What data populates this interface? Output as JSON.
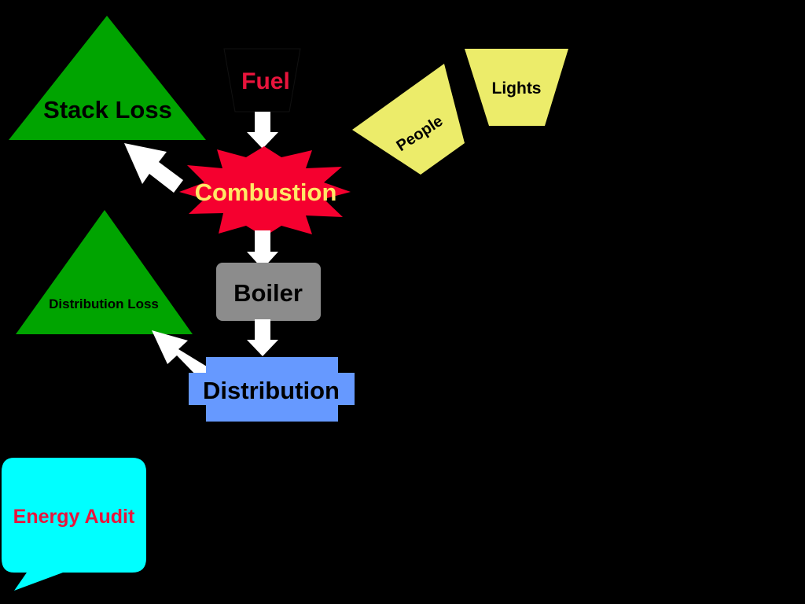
{
  "nodes": {
    "fuel": {
      "label": "Fuel"
    },
    "combustion": {
      "label": "Combustion"
    },
    "boiler": {
      "label": "Boiler"
    },
    "distribution": {
      "label": "Distribution"
    },
    "stack_loss": {
      "label": "Stack Loss"
    },
    "distribution_loss": {
      "label": "Distribution Loss"
    },
    "people": {
      "label": "People"
    },
    "lights": {
      "label": "Lights"
    },
    "energy_audit": {
      "label": "Energy Audit"
    }
  },
  "colors": {
    "background": "#000000",
    "fuel_text": "#e8143c",
    "combustion_fill": "#f5002f",
    "combustion_text": "#ffe866",
    "boiler_fill": "#8c8c8c",
    "distribution_fill": "#6699ff",
    "loss_fill": "#00a400",
    "people_lights_fill": "#ecec6a",
    "audit_fill": "#00ffff",
    "audit_text": "#e8143c",
    "arrow_fill": "#ffffff"
  }
}
